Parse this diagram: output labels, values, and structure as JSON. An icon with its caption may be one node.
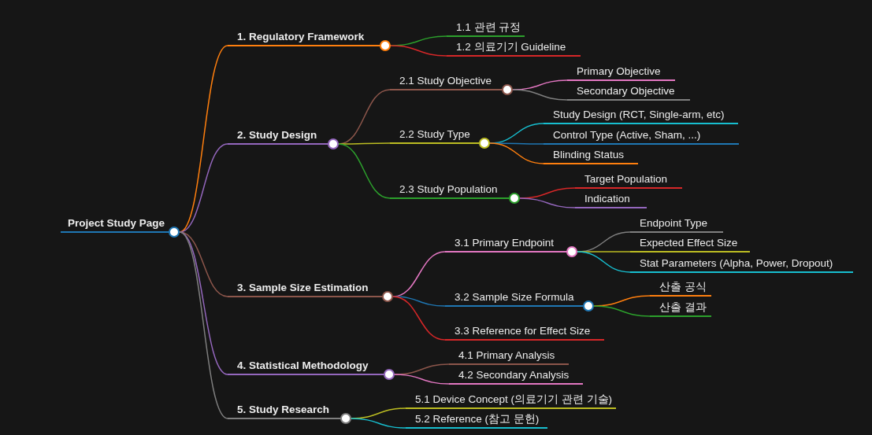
{
  "diagram": {
    "nodes": [
      {
        "text": [
          "Project Study Page"
        ]
      },
      {
        "text": [
          "1. Regulatory Framework"
        ]
      },
      {
        "text": [
          "1.1 관련 규정"
        ]
      },
      {
        "text": [
          "1.2 의료기기 Guideline"
        ]
      },
      {
        "text": [
          "2. Study Design"
        ]
      },
      {
        "text": [
          "2.1 Study Objective"
        ]
      },
      {
        "text": [
          "Primary Objective"
        ]
      },
      {
        "text": [
          "Secondary Objective"
        ]
      },
      {
        "text": [
          "2.2 Study Type"
        ]
      },
      {
        "text": [
          "Study Design (RCT, Single-arm, etc)"
        ]
      },
      {
        "text": [
          "Control Type (Active, Sham, ...)"
        ]
      },
      {
        "text": [
          "Blinding Status"
        ]
      },
      {
        "text": [
          "2.3 Study Population"
        ]
      },
      {
        "text": [
          "Target Population"
        ]
      },
      {
        "text": [
          "Indication"
        ]
      },
      {
        "text": [
          "3. Sample Size Estimation"
        ]
      },
      {
        "text": [
          "3.1 Primary Endpoint"
        ]
      },
      {
        "text": [
          "Endpoint Type"
        ]
      },
      {
        "text": [
          "Expected Effect Size"
        ]
      },
      {
        "text": [
          "Stat Parameters (Alpha, Power, Dropout)"
        ]
      },
      {
        "text": [
          "3.2 Sample Size Formula"
        ]
      },
      {
        "text": [
          "산출 공식"
        ]
      },
      {
        "text": [
          "산출 결과"
        ]
      },
      {
        "text": [
          "3.3 Reference for Effect Size"
        ]
      },
      {
        "text": [
          "4. Statistical Methodology"
        ]
      },
      {
        "text": [
          "4.1 Primary Analysis"
        ]
      },
      {
        "text": [
          "4.2 Secondary Analysis"
        ]
      },
      {
        "text": [
          "5. Study Research"
        ]
      },
      {
        "text": [
          "5.1 Device Concept (의료기기 관련 기술)"
        ]
      },
      {
        "text": [
          "5.2 Reference (참고 문헌)"
        ]
      }
    ],
    "edges": [
      {
        "from": 0,
        "to": 1,
        "arrow": "none",
        "color": "#ff7f0e"
      },
      {
        "from": 1,
        "to": 2,
        "arrow": "none",
        "color": "#2ca02c"
      },
      {
        "from": 1,
        "to": 3,
        "arrow": "none",
        "color": "#d62728"
      },
      {
        "from": 0,
        "to": 4,
        "arrow": "none",
        "color": "#9467bd"
      },
      {
        "from": 4,
        "to": 5,
        "arrow": "none",
        "color": "#8c564b"
      },
      {
        "from": 5,
        "to": 6,
        "arrow": "none",
        "color": "#e377c2"
      },
      {
        "from": 5,
        "to": 7,
        "arrow": "none",
        "color": "#7f7f7f"
      },
      {
        "from": 4,
        "to": 8,
        "arrow": "none",
        "color": "#bcbd22"
      },
      {
        "from": 8,
        "to": 9,
        "arrow": "none",
        "color": "#17becf"
      },
      {
        "from": 8,
        "to": 10,
        "arrow": "none",
        "color": "#1f77b4"
      },
      {
        "from": 8,
        "to": 11,
        "arrow": "none",
        "color": "#ff7f0e"
      },
      {
        "from": 4,
        "to": 12,
        "arrow": "none",
        "color": "#2ca02c"
      },
      {
        "from": 12,
        "to": 13,
        "arrow": "none",
        "color": "#d62728"
      },
      {
        "from": 12,
        "to": 14,
        "arrow": "none",
        "color": "#9467bd"
      },
      {
        "from": 0,
        "to": 15,
        "arrow": "none",
        "color": "#8c564b"
      },
      {
        "from": 15,
        "to": 16,
        "arrow": "none",
        "color": "#e377c2"
      },
      {
        "from": 16,
        "to": 17,
        "arrow": "none",
        "color": "#7f7f7f"
      },
      {
        "from": 16,
        "to": 18,
        "arrow": "none",
        "color": "#bcbd22"
      },
      {
        "from": 16,
        "to": 19,
        "arrow": "none",
        "color": "#17becf"
      },
      {
        "from": 15,
        "to": 20,
        "arrow": "none",
        "color": "#1f77b4"
      },
      {
        "from": 20,
        "to": 21,
        "arrow": "none",
        "color": "#ff7f0e"
      },
      {
        "from": 20,
        "to": 22,
        "arrow": "none",
        "color": "#2ca02c"
      },
      {
        "from": 15,
        "to": 23,
        "arrow": "none",
        "color": "#d62728"
      },
      {
        "from": 0,
        "to": 24,
        "arrow": "none",
        "color": "#9467bd"
      },
      {
        "from": 24,
        "to": 25,
        "arrow": "none",
        "color": "#8c564b"
      },
      {
        "from": 24,
        "to": 26,
        "arrow": "none",
        "color": "#e377c2"
      },
      {
        "from": 0,
        "to": 27,
        "arrow": "none",
        "color": "#7f7f7f"
      },
      {
        "from": 27,
        "to": 28,
        "arrow": "none",
        "color": "#bcbd22"
      },
      {
        "from": 27,
        "to": 29,
        "arrow": "none",
        "color": "#17becf"
      }
    ]
  }
}
